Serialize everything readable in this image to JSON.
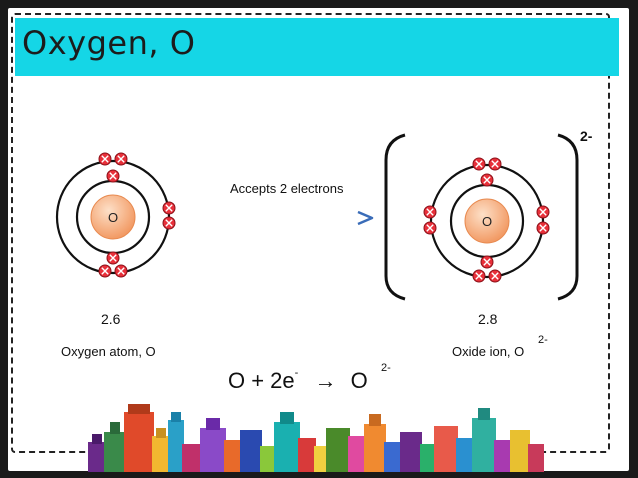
{
  "title": "Oxygen, O",
  "atom": {
    "nucleus_label": "O",
    "configuration": "2.6",
    "caption": "Oxygen atom, O"
  },
  "reaction_arrow": {
    "label": "Accepts 2 electrons"
  },
  "ion": {
    "nucleus_label": "O",
    "configuration": "2.8",
    "caption": "Oxide ion, O",
    "caption_superscript": "2-",
    "charge": "2-"
  },
  "equation": {
    "text_left": "O  +  2e",
    "electron_superscript": "-",
    "arrow": "→",
    "product": "O",
    "product_superscript": "2-"
  },
  "colors": {
    "title_bar": "#15d6e6",
    "nucleus": "#f7a97a",
    "electron": "#e8303a",
    "arrow": "#4a7ec4"
  }
}
